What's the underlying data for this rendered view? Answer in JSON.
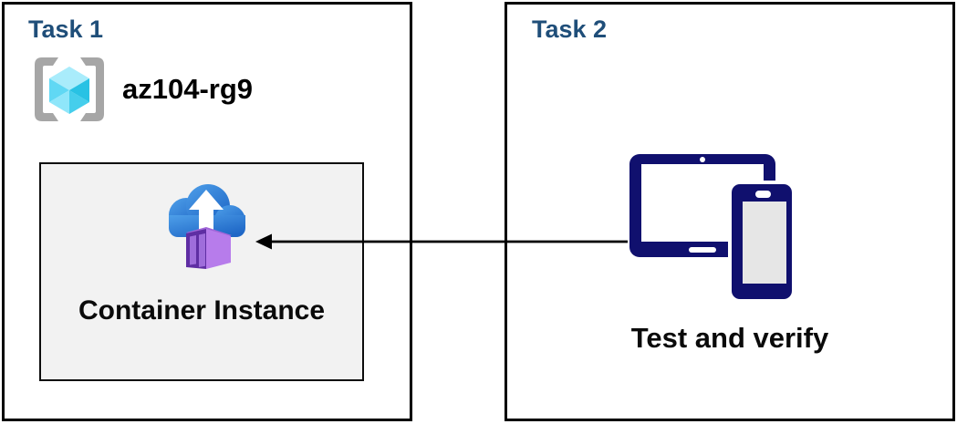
{
  "task1": {
    "title": "Task 1",
    "resource_group": {
      "name": "az104-rg9",
      "icon": "resource-group-icon"
    },
    "container_box": {
      "label": "Container Instance",
      "icon": "container-instance-icon"
    }
  },
  "task2": {
    "title": "Task 2",
    "devices_icon": "tablet-and-phone-icon",
    "caption": "Test and verify"
  },
  "arrow": {
    "direction": "right-to-left",
    "from": "task2-devices",
    "to": "task1-container-instance"
  },
  "colors": {
    "title_text": "#1F4E79",
    "body_text": "#0a0a0a",
    "box_border": "#000000",
    "inner_box_fill": "#F2F2F2",
    "inner_box_border": "#0d0d0d",
    "device_navy": "#10106E",
    "cloud_blue_light": "#4E9FE9",
    "cloud_blue_dark": "#1E66C6",
    "container_front_purple": "#5F2EA3",
    "container_panel_purple": "#9F6DDB",
    "container_side_purple": "#B77CEB",
    "container_top_purple": "#A066D8",
    "cube_top_cyan": "#A9ECFB",
    "cube_mid_cyan": "#60D8F4",
    "cube_dark_cyan": "#28C2E4",
    "bracket_gray": "#A6A6A6",
    "arrow_black": "#000000"
  }
}
